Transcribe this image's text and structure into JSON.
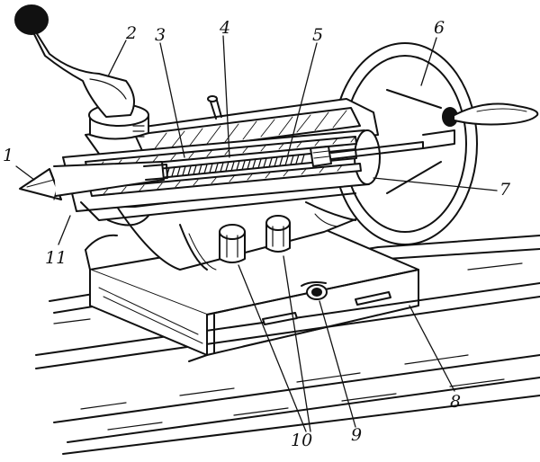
{
  "figure": {
    "subject": "lathe tailstock cutaway",
    "callouts": [
      "1",
      "2",
      "3",
      "4",
      "5",
      "6",
      "7",
      "8",
      "9",
      "10",
      "11"
    ]
  },
  "colors": {
    "ink": "#111111",
    "paper": "#ffffff"
  }
}
